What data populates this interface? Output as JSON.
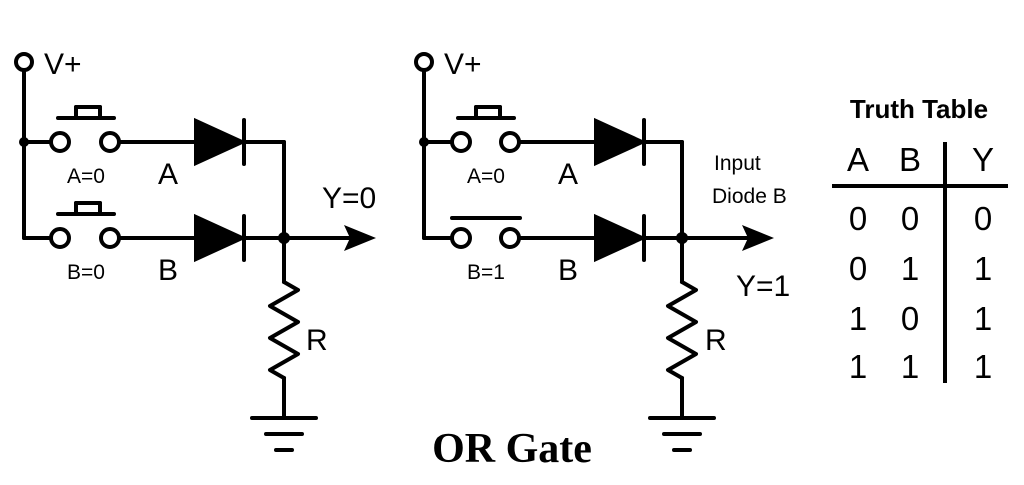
{
  "left_circuit": {
    "supply_label": "V+",
    "switch_a_label": "A=0",
    "switch_b_label": "B=0",
    "diode_a_label": "A",
    "diode_b_label": "B",
    "output_label": "Y=0",
    "resistor_label": "R"
  },
  "right_circuit": {
    "supply_label": "V+",
    "switch_a_label": "A=0",
    "switch_b_label": "B=1",
    "diode_a_label": "A",
    "diode_b_label": "B",
    "note_line1": "Input",
    "note_line2": "Diode B",
    "output_label": "Y=1",
    "resistor_label": "R"
  },
  "truth_table": {
    "title": "Truth Table",
    "headers": [
      "A",
      "B",
      "Y"
    ],
    "rows": [
      [
        "0",
        "0",
        "0"
      ],
      [
        "0",
        "1",
        "1"
      ],
      [
        "1",
        "0",
        "1"
      ],
      [
        "1",
        "1",
        "1"
      ]
    ]
  },
  "caption": "OR Gate"
}
